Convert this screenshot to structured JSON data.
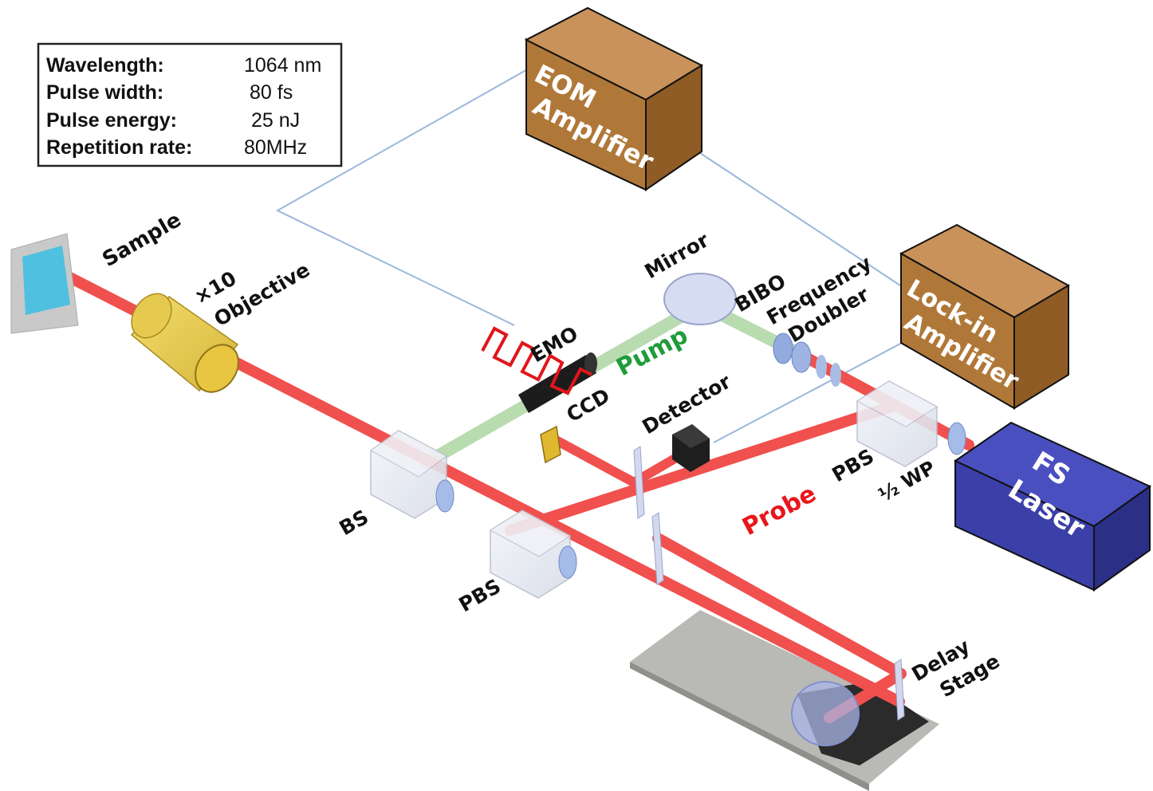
{
  "specs": [
    {
      "label": "Wavelength:",
      "value": "1064 nm"
    },
    {
      "label": "Pulse width:",
      "value": "80 fs"
    },
    {
      "label": "Pulse energy:",
      "value": "25 nJ"
    },
    {
      "label": "Repetition rate:",
      "value": "80MHz"
    }
  ],
  "labels": {
    "sample": "Sample",
    "objective_line1": "×10",
    "objective_line2": "Objective",
    "mirror": "Mirror",
    "bibo": "BIBO",
    "frequency": "Frequency",
    "doubler": "Doubler",
    "emo": "EMO",
    "pump": "Pump",
    "ccd": "CCD",
    "detector": "Detector",
    "bs": "BS",
    "pbs_left": "PBS",
    "pbs_right": "PBS",
    "probe": "Probe",
    "half_wp": "½ WP",
    "delay": "Delay",
    "stage": "Stage"
  },
  "boxes": {
    "eom_line1": "EOM",
    "eom_line2": "Amplifier",
    "lockin_line1": "Lock-in",
    "lockin_line2": "Amplifier",
    "laser_line1": "FS",
    "laser_line2": "Laser"
  },
  "colors": {
    "beam_red": "#f0504e",
    "beam_green": "#b9dbb0",
    "pump_text": "#1f9c3a",
    "probe_text": "#e8161b",
    "box_brown": "#b07838",
    "laser_blue": "#3b3fa8",
    "wire": "#9bb7dc"
  }
}
